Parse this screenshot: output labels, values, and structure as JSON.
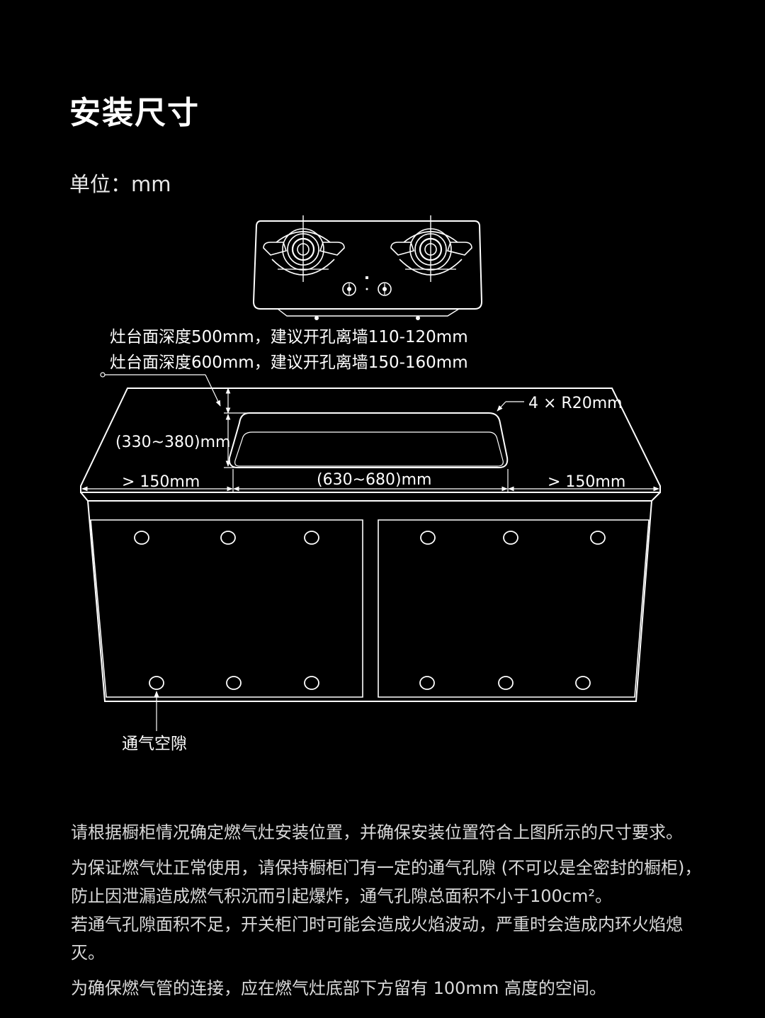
{
  "header": {
    "title": "安装尺寸",
    "unit_label": "单位：mm"
  },
  "diagram": {
    "depth_note_500": "灶台面深度500mm，建议开孔离墙110-120mm",
    "depth_note_600": "灶台面深度600mm，建议开孔离墙150-160mm",
    "corner_radius_label": "4 × R20mm",
    "cutout_depth_label": "(330~380)mm",
    "cutout_width_label": "(630~680)mm",
    "left_margin_label": "> 150mm",
    "right_margin_label": "> 150mm",
    "vent_label": "通气空隙"
  },
  "notes": {
    "paragraph_1": "请根据橱柜情况确定燃气灶安装位置，并确保安装位置符合上图所示的尺寸要求。",
    "paragraph_2": "为保证燃气灶正常使用，请保持橱柜门有一定的通气孔隙 (不可以是全密封的橱柜)，防止因泄漏造成燃气积沉而引起爆炸，通气孔隙总面积不小于100cm²。\n若通气孔隙面积不足，开关柜门时可能会造成火焰波动，严重时会造成内环火焰熄灭。",
    "paragraph_3": "为确保燃气管的连接，应在燃气灶底部下方留有 100mm 高度的空间。"
  },
  "colors": {
    "background": "#000000",
    "line": "#ffffff",
    "body_text": "#d9d9d9"
  }
}
